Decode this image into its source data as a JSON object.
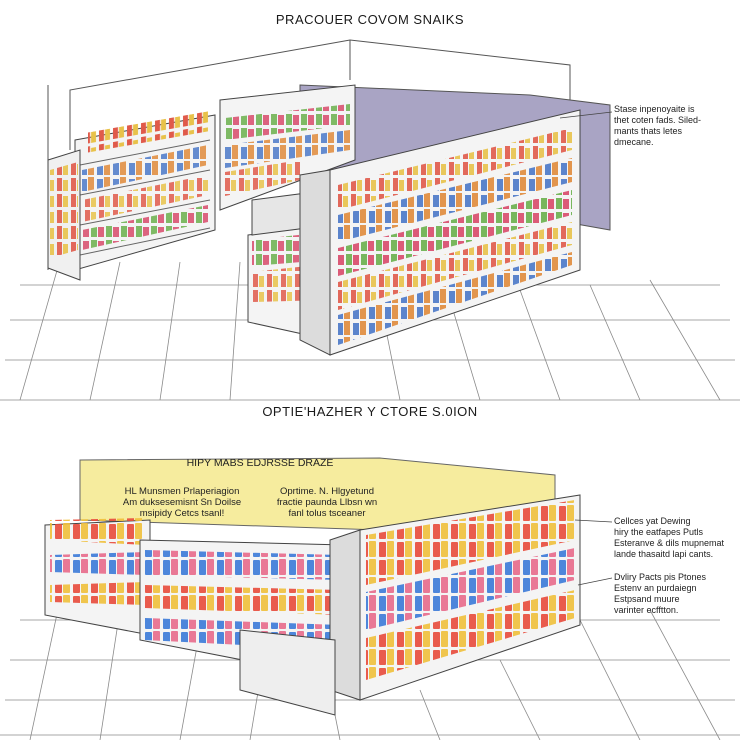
{
  "top_scene": {
    "title": "PRACOUER COVOM SNAIKS",
    "side_note": [
      "Stase inpenoyaite is",
      "thet coten fads. Siled-",
      "mants thats letes",
      "dmecane."
    ]
  },
  "bottom_scene": {
    "title": "OPTIE'HAZHER Y CTORE S.0ION",
    "board_title": "HIPY MABS EDJRSSE DRAZE",
    "board_left": [
      "HL Munsmen Prlaperiagion",
      "Am duksesemisnt Sn Doilse",
      "msipidy Cetcs tsanl!"
    ],
    "board_right": [
      "Oprtime. N. Hlgyetund",
      "fractie paunda Llbsn wn",
      "fanl tolus tsceaner"
    ],
    "note_1": [
      "Cellces yat Dewing",
      "hiry the eatfapes Putls",
      "Esteranve & dils mupnemat",
      "lande thasaitd lapi cants."
    ],
    "note_2": [
      "Dvliry Pacts pis Ptones",
      "Estenv an purdaiegn",
      "Estpsand muure",
      "varinter ecfftton."
    ]
  },
  "colors": {
    "ink": "#3a3a3a",
    "wall_purple": "#a9a4c4",
    "board_yellow": "#f6ec9e",
    "shelf_white": "#f4f4f4"
  }
}
